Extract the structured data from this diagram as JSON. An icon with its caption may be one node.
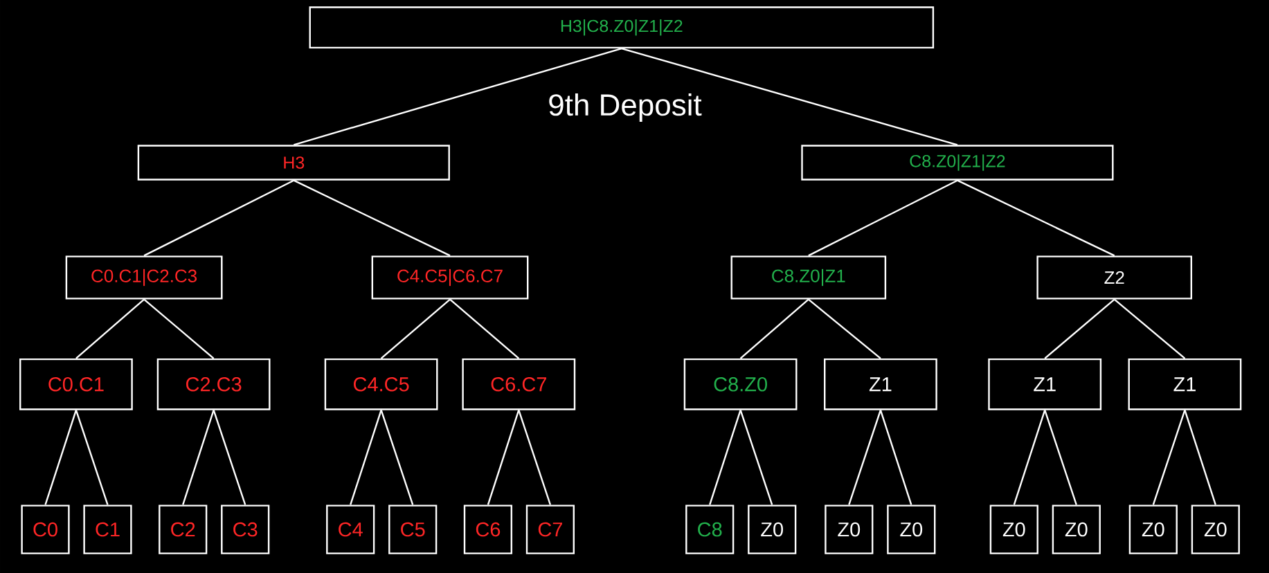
{
  "diagram": {
    "nodes": [
      {
        "text": [
          "H3|C8.Z0|Z1|Z2"
        ]
      },
      {
        "text": [
          "H3"
        ]
      },
      {
        "text": [
          "C8.Z0|Z1|Z2"
        ]
      },
      {
        "text": [
          "C0.C1|C2.C3"
        ]
      },
      {
        "text": [
          "C4.C5|C6.C7"
        ]
      },
      {
        "text": [
          "C8.Z0|Z1"
        ]
      },
      {
        "text": [
          "Z2"
        ]
      },
      {
        "text": [
          "C0.C1"
        ]
      },
      {
        "text": [
          "C2.C3"
        ]
      },
      {
        "text": [
          "C4.C5"
        ]
      },
      {
        "text": [
          "C6.C7"
        ]
      },
      {
        "text": [
          "C8.Z0"
        ]
      },
      {
        "text": [
          "Z1"
        ]
      },
      {
        "text": [
          "Z1"
        ]
      },
      {
        "text": [
          "Z1"
        ]
      },
      {
        "text": [
          "C0"
        ]
      },
      {
        "text": [
          "C1"
        ]
      },
      {
        "text": [
          "C2"
        ]
      },
      {
        "text": [
          "C3"
        ]
      },
      {
        "text": [
          "C4"
        ]
      },
      {
        "text": [
          "C5"
        ]
      },
      {
        "text": [
          "C6"
        ]
      },
      {
        "text": [
          "C7"
        ]
      },
      {
        "text": [
          "C8"
        ]
      },
      {
        "text": [
          "Z0"
        ]
      },
      {
        "text": [
          "Z0"
        ]
      },
      {
        "text": [
          "Z0"
        ]
      },
      {
        "text": [
          "Z0"
        ]
      },
      {
        "text": [
          "Z0"
        ]
      },
      {
        "text": [
          "Z0"
        ]
      },
      {
        "text": [
          "Z0"
        ]
      }
    ],
    "edges": [
      {
        "from": 0,
        "to": 1,
        "arrow": "none"
      },
      {
        "from": 0,
        "to": 2,
        "arrow": "none"
      },
      {
        "from": 1,
        "to": 3,
        "arrow": "none"
      },
      {
        "from": 1,
        "to": 4,
        "arrow": "none"
      },
      {
        "from": 2,
        "to": 5,
        "arrow": "none"
      },
      {
        "from": 2,
        "to": 6,
        "arrow": "none"
      },
      {
        "from": 3,
        "to": 7,
        "arrow": "none"
      },
      {
        "from": 3,
        "to": 8,
        "arrow": "none"
      },
      {
        "from": 4,
        "to": 9,
        "arrow": "none"
      },
      {
        "from": 4,
        "to": 10,
        "arrow": "none"
      },
      {
        "from": 5,
        "to": 11,
        "arrow": "none"
      },
      {
        "from": 5,
        "to": 12,
        "arrow": "none"
      },
      {
        "from": 6,
        "to": 13,
        "arrow": "none"
      },
      {
        "from": 6,
        "to": 14,
        "arrow": "none"
      },
      {
        "from": 7,
        "to": 15,
        "arrow": "none"
      },
      {
        "from": 7,
        "to": 16,
        "arrow": "none"
      },
      {
        "from": 8,
        "to": 17,
        "arrow": "none"
      },
      {
        "from": 8,
        "to": 18,
        "arrow": "none"
      },
      {
        "from": 9,
        "to": 19,
        "arrow": "none"
      },
      {
        "from": 9,
        "to": 20,
        "arrow": "none"
      },
      {
        "from": 10,
        "to": 21,
        "arrow": "none"
      },
      {
        "from": 10,
        "to": 22,
        "arrow": "none"
      },
      {
        "from": 11,
        "to": 23,
        "arrow": "none"
      },
      {
        "from": 11,
        "to": 24,
        "arrow": "none"
      },
      {
        "from": 12,
        "to": 25,
        "arrow": "none"
      },
      {
        "from": 12,
        "to": 26,
        "arrow": "none"
      },
      {
        "from": 13,
        "to": 27,
        "arrow": "none"
      },
      {
        "from": 13,
        "to": 28,
        "arrow": "none"
      },
      {
        "from": 14,
        "to": 29,
        "arrow": "none"
      },
      {
        "from": 14,
        "to": 30,
        "arrow": "none"
      }
    ],
    "labels": [
      "9th Deposit"
    ]
  }
}
